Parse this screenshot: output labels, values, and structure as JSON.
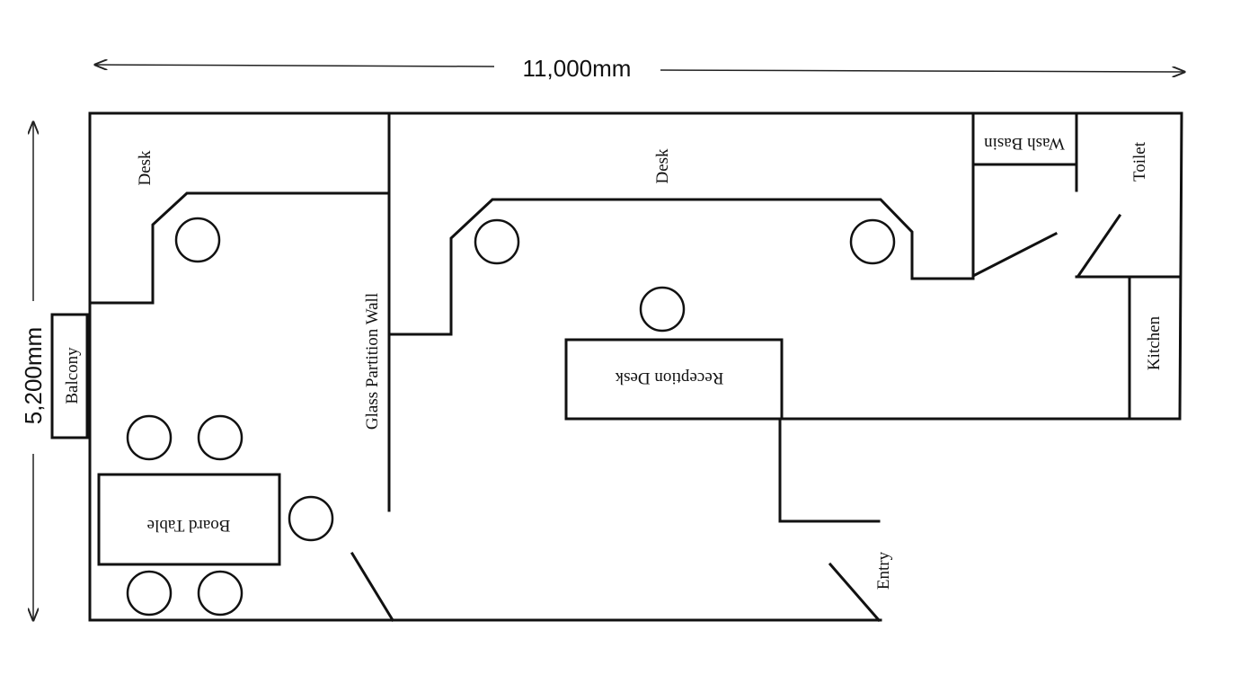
{
  "dimensions": {
    "width_label": "11,000mm",
    "height_label": "5,200mm"
  },
  "rooms": {
    "desk_left": "Desk",
    "desk_main": "Desk",
    "wash_basin": "Wash Basin",
    "toilet": "Toilet",
    "balcony": "Balcony",
    "glass_partition": "Glass Partition Wall",
    "reception_desk": "Reception Desk",
    "kitchen": "Kitchen",
    "board_table": "Board Table",
    "entry": "Entry"
  }
}
